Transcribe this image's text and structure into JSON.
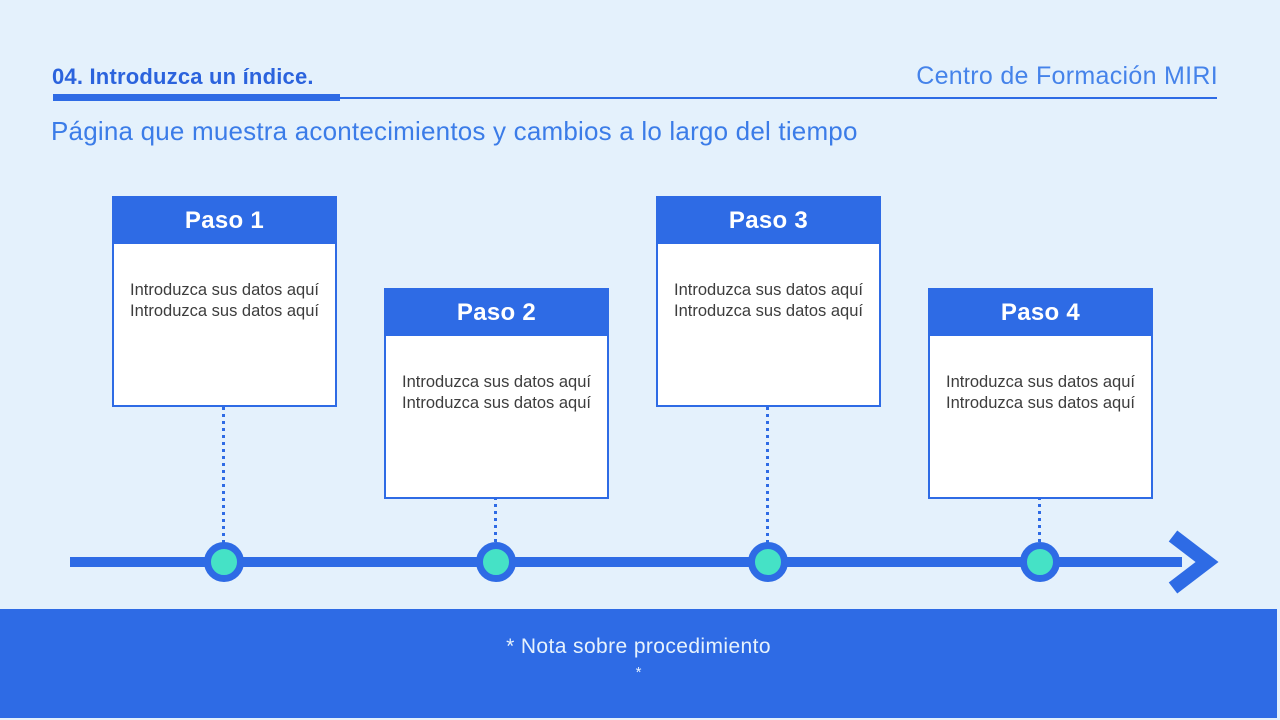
{
  "page": {
    "title": "04. Introduzca un índice.",
    "brand": "Centro de Formación MIRI",
    "subtitle": "Página que muestra acontecimientos y cambios a lo largo del tiempo"
  },
  "colors": {
    "primary": "#2E6BE5",
    "background": "#E4F1FC",
    "title_text": "#2B63DD",
    "brand_text": "#4583EA",
    "subtitle_text": "#3B7CE8",
    "body_text": "#3D3D3D",
    "teal": "#45E2C6",
    "footer_text": "#E6F2FD",
    "card_bg": "#FFFFFF"
  },
  "icons": {
    "timeline_arrow": "arrow-right"
  },
  "steps": [
    {
      "label": "Paso 1",
      "lines": [
        "Introduzca sus datos aquí",
        "Introduzca sus datos aquí"
      ]
    },
    {
      "label": "Paso 2",
      "lines": [
        "Introduzca sus datos aquí",
        "Introduzca sus datos aquí"
      ]
    },
    {
      "label": "Paso 3",
      "lines": [
        "Introduzca sus datos aquí",
        "Introduzca sus datos aquí"
      ]
    },
    {
      "label": "Paso 4",
      "lines": [
        "Introduzca sus datos aquí",
        "Introduzca sus datos aquí"
      ]
    }
  ],
  "footer": {
    "note": "* Nota sobre procedimiento",
    "asterisk": "*"
  }
}
